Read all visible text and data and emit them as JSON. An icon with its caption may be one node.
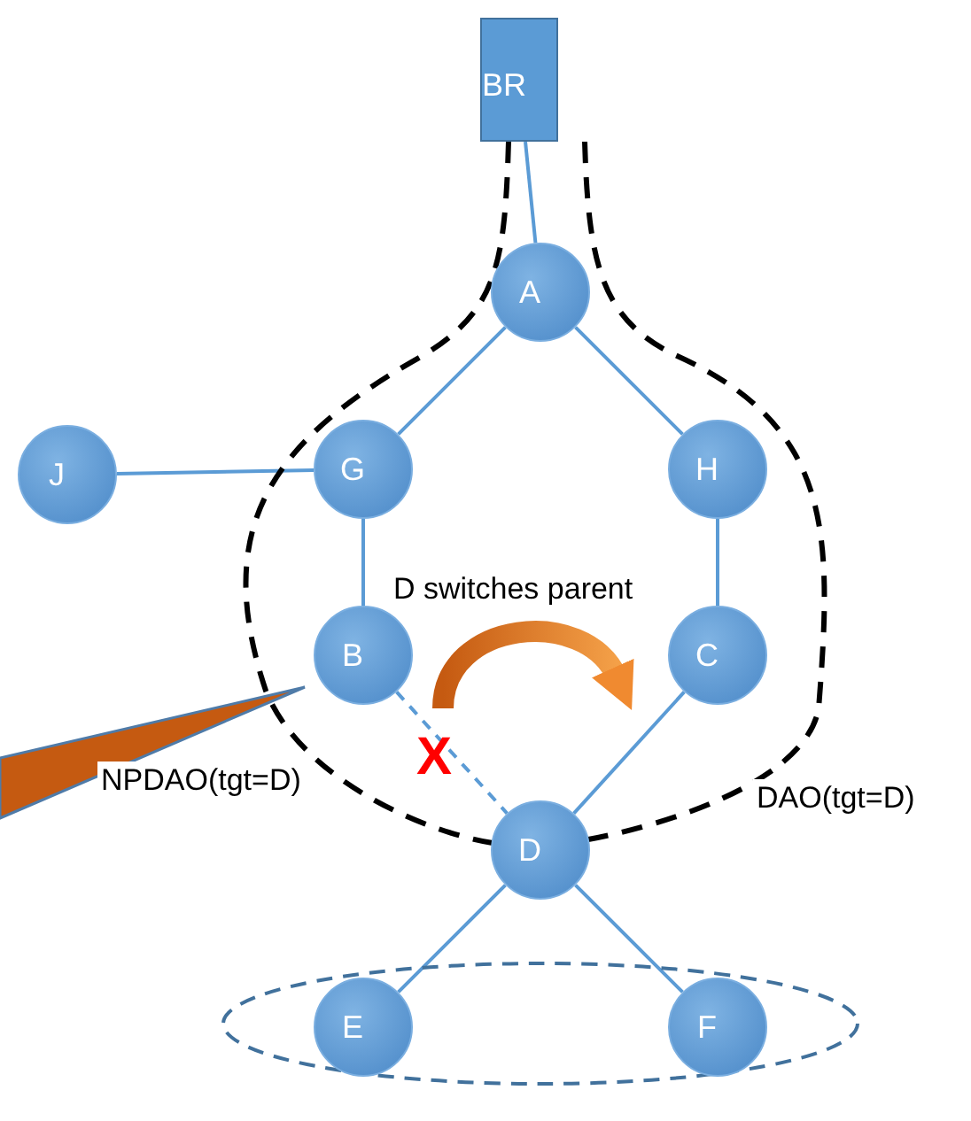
{
  "diagram": {
    "nodes": [
      {
        "text": [
          "BR"
        ]
      },
      {
        "text": [
          "A"
        ]
      },
      {
        "text": [
          "J"
        ]
      },
      {
        "text": [
          "G"
        ]
      },
      {
        "text": [
          "H"
        ]
      },
      {
        "text": [
          "B"
        ]
      },
      {
        "text": [
          "C"
        ]
      },
      {
        "text": [
          "D"
        ]
      },
      {
        "text": [],
        "shape": "ellipse"
      },
      {
        "text": [
          "E"
        ],
        "in": 8
      },
      {
        "text": [
          "F"
        ],
        "in": 8
      }
    ],
    "edges": [
      {
        "from": 0,
        "to": 1,
        "arrow": "none"
      },
      {
        "from": 1,
        "to": 3,
        "arrow": "none"
      },
      {
        "from": 1,
        "to": 4,
        "arrow": "none"
      },
      {
        "from": 2,
        "to": 3,
        "arrow": "none"
      },
      {
        "from": 3,
        "to": 5,
        "arrow": "none"
      },
      {
        "from": 4,
        "to": 6,
        "arrow": "none"
      },
      {
        "from": 6,
        "to": 7,
        "arrow": "none"
      },
      {
        "from": 5,
        "to": 7,
        "arrow": "none",
        "style": "dashed"
      },
      {
        "from": 7,
        "to": 9,
        "arrow": "none"
      },
      {
        "from": 7,
        "to": 10,
        "arrow": "none"
      },
      {
        "from": 0,
        "to": 7,
        "arrow": "none",
        "style": "dashed",
        "color": "#000000",
        "label": "NPDAO(tgt=D)"
      },
      {
        "from": 0,
        "to": 7,
        "arrow": "none",
        "style": "dashed",
        "color": "#000000",
        "label": "DAO(tgt=D)"
      }
    ],
    "labels": [
      "D switches parent",
      "X"
    ]
  }
}
